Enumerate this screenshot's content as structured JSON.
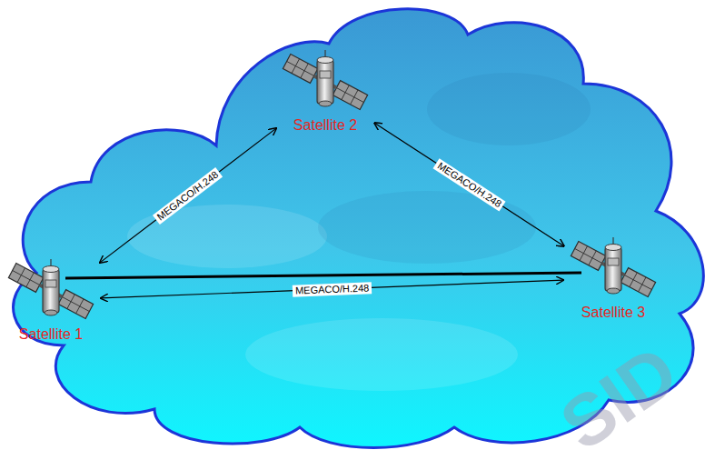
{
  "diagram": {
    "nodes": [
      {
        "text": [
          "Satellite 1"
        ]
      },
      {
        "text": [
          "Satellite 2"
        ]
      },
      {
        "text": [
          "Satellite 3"
        ]
      }
    ],
    "edges": [
      {
        "from": 0,
        "to": 1,
        "arrow": "both",
        "label": "MEGACO/H.248"
      },
      {
        "from": 1,
        "to": 2,
        "arrow": "both",
        "label": "MEGACO/H.248"
      },
      {
        "from": 0,
        "to": 2,
        "arrow": "both",
        "label": "MEGACO/H.248"
      }
    ],
    "labels": [
      "SID"
    ]
  }
}
